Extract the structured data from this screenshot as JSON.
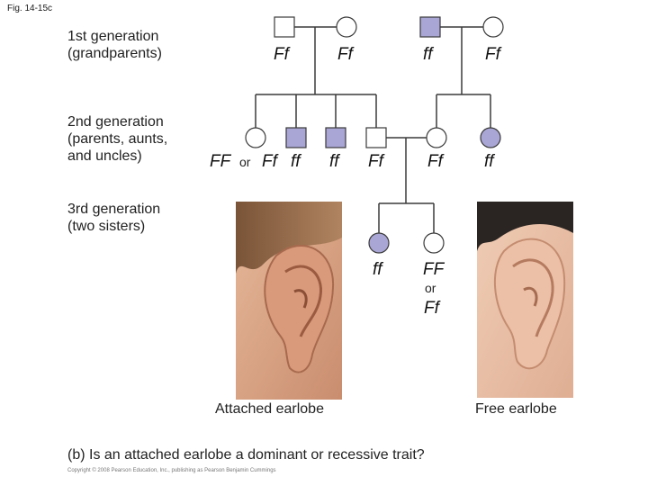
{
  "figure_label": "Fig. 14-15c",
  "generations": {
    "first": "1st generation\n(grandparents)",
    "second": "2nd generation\n(parents, aunts,\nand uncles)",
    "third": "3rd generation\n(two sisters)"
  },
  "genotypes": {
    "g1_male_left": "Ff",
    "g1_female_left": "Ff",
    "g1_male_right": "ff",
    "g1_female_right": "Ff",
    "g2_first_a": "FF",
    "g2_first_or": "or",
    "g2_first_b": "Ff",
    "g2_second": "ff",
    "g2_third": "ff",
    "g2_fourth": "Ff",
    "g2_fifth": "Ff",
    "g2_sixth": "ff",
    "g3_left": "ff",
    "g3_right_a": "FF",
    "g3_right_or": "or",
    "g3_right_b": "Ff"
  },
  "colors": {
    "affected_fill": "#a9a6d6",
    "unaffected_fill": "#ffffff",
    "line": "#3a3a3a"
  },
  "photos": {
    "left_caption": "Attached earlobe",
    "right_caption": "Free earlobe"
  },
  "question": "(b) Is an attached earlobe a dominant or recessive trait?",
  "credit": "Copyright © 2008 Pearson Education, Inc., publishing as Pearson Benjamin Cummings"
}
